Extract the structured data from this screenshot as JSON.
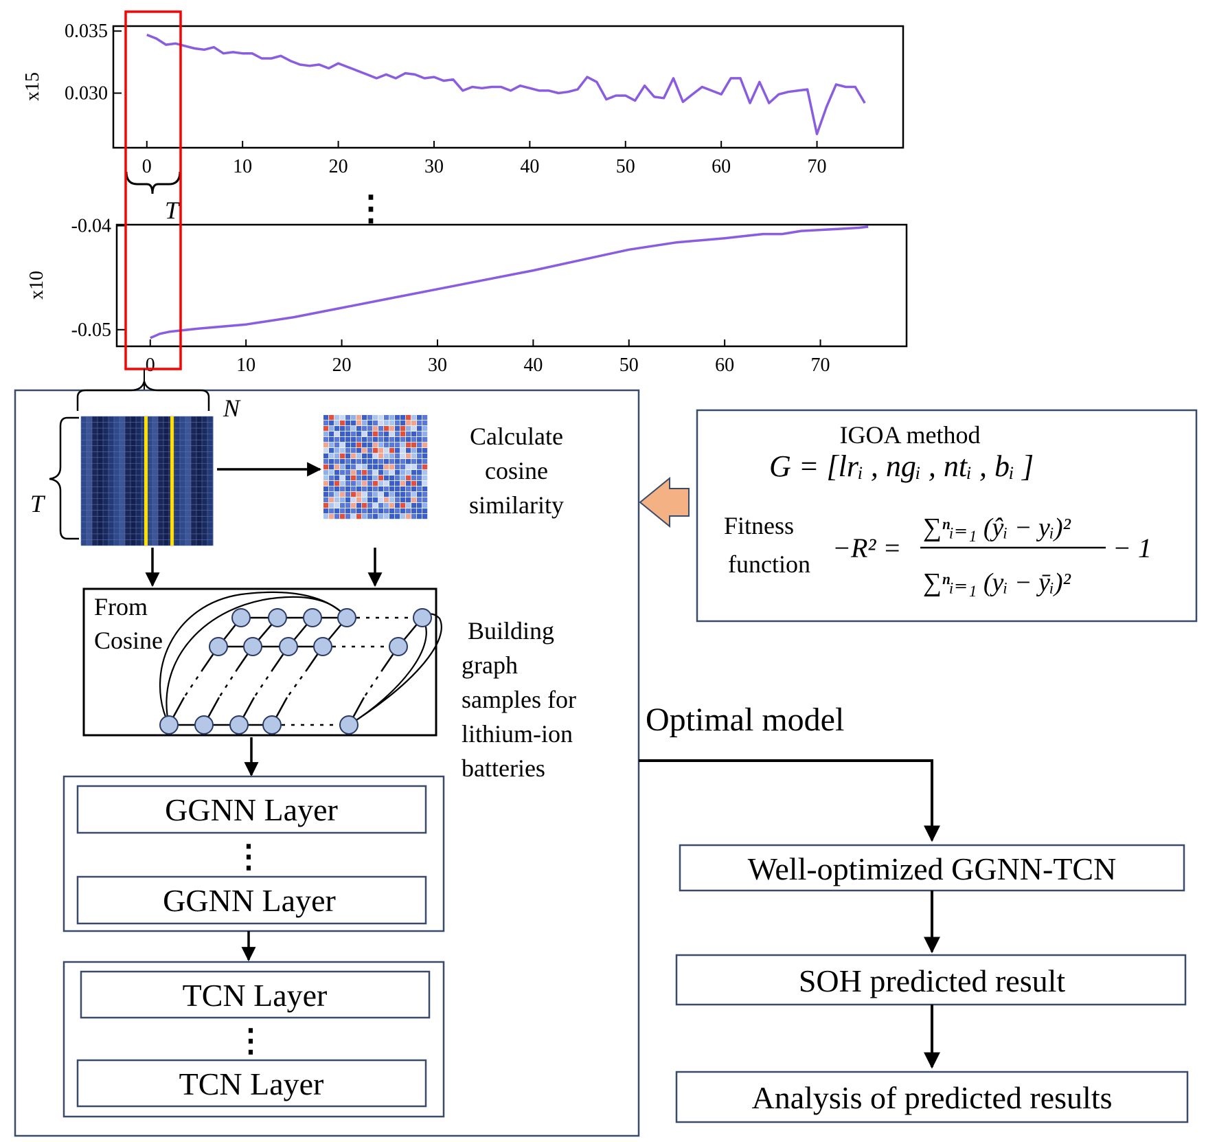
{
  "chart_data": [
    {
      "type": "line",
      "ylabel": "x15",
      "x_ticks": [
        "0",
        "10",
        "20",
        "30",
        "40",
        "50",
        "60",
        "70"
      ],
      "y_ticks": [
        "0.035",
        "0.030"
      ],
      "xlim": [
        -3.5,
        79
      ],
      "ylim": [
        0.0256,
        0.0354
      ],
      "color": "#8a5ce0",
      "x": [
        0,
        1,
        2,
        3,
        4,
        5,
        6,
        7,
        8,
        9,
        10,
        11,
        12,
        13,
        14,
        15,
        16,
        17,
        18,
        19,
        20,
        21,
        22,
        23,
        24,
        25,
        26,
        27,
        28,
        29,
        30,
        31,
        32,
        33,
        34,
        35,
        36,
        37,
        38,
        39,
        40,
        41,
        42,
        43,
        44,
        45,
        46,
        47,
        48,
        49,
        50,
        51,
        52,
        53,
        54,
        55,
        56,
        57,
        58,
        59,
        60,
        61,
        62,
        63,
        64,
        65,
        66,
        67,
        68,
        69,
        70,
        71,
        72,
        73,
        74,
        75
      ],
      "values": [
        0.0347,
        0.0344,
        0.0339,
        0.034,
        0.0338,
        0.0336,
        0.0335,
        0.0337,
        0.0332,
        0.0333,
        0.0332,
        0.0332,
        0.0328,
        0.0328,
        0.033,
        0.0326,
        0.0323,
        0.0322,
        0.0323,
        0.032,
        0.0324,
        0.0321,
        0.0318,
        0.0315,
        0.0312,
        0.0315,
        0.0312,
        0.0316,
        0.0315,
        0.0312,
        0.0313,
        0.031,
        0.0311,
        0.0302,
        0.0305,
        0.0304,
        0.0305,
        0.0305,
        0.0302,
        0.0306,
        0.0304,
        0.0302,
        0.0302,
        0.03,
        0.0301,
        0.0303,
        0.0313,
        0.0309,
        0.0295,
        0.0298,
        0.0298,
        0.0294,
        0.0306,
        0.0297,
        0.0296,
        0.0312,
        0.0293,
        0.0299,
        0.0305,
        0.0302,
        0.0299,
        0.0312,
        0.0312,
        0.0292,
        0.0309,
        0.0292,
        0.0299,
        0.0301,
        0.0302,
        0.0303,
        0.0267,
        0.0289,
        0.0307,
        0.0305,
        0.0305,
        0.0292
      ]
    },
    {
      "type": "line",
      "ylabel": "x10",
      "x_ticks": [
        "0",
        "10",
        "20",
        "30",
        "40",
        "50",
        "60",
        "70"
      ],
      "y_ticks": [
        "-0.04",
        "-0.05"
      ],
      "xlim": [
        -3.5,
        79
      ],
      "ylim": [
        -0.0516,
        -0.0399
      ],
      "color": "#8a5ce0",
      "x": [
        0,
        1,
        2,
        3,
        4,
        5,
        10,
        15,
        20,
        25,
        30,
        35,
        40,
        45,
        50,
        55,
        60,
        62,
        64,
        66,
        68,
        70,
        72,
        74,
        75
      ],
      "values": [
        -0.0508,
        -0.0504,
        -0.0502,
        -0.0501,
        -0.05,
        -0.0499,
        -0.0495,
        -0.0488,
        -0.0479,
        -0.047,
        -0.0461,
        -0.0452,
        -0.0443,
        -0.0433,
        -0.0423,
        -0.0416,
        -0.0412,
        -0.041,
        -0.0408,
        -0.0408,
        -0.0405,
        -0.0404,
        -0.0403,
        -0.0402,
        -0.0401
      ]
    }
  ],
  "diagram": {
    "ellipsis": "⋮",
    "ellipsis_h": "· · · ·",
    "T": "T",
    "N": "N",
    "cosine_text": [
      "Calculate",
      "cosine",
      "similarity"
    ],
    "graph_label": [
      "From",
      "Cosine"
    ],
    "building_text": [
      "Building",
      "graph",
      "samples for",
      "lithium-ion",
      "batteries"
    ],
    "ggnn_layer": "GGNN  Layer",
    "tcn_layer": "TCN  Layer",
    "igoa_title": "IGOA method",
    "igoa_G": "G = [lrᵢ , ngᵢ , ntᵢ , bᵢ ]",
    "fitness_label": [
      "Fitness",
      "function"
    ],
    "fitness_lhs": "−R² =",
    "fitness_num": "∑ⁿᵢ₌₁ (ŷᵢ − yᵢ)²",
    "fitness_den": "∑ⁿᵢ₌₁ (yᵢ − ȳᵢ)²",
    "fitness_tail": "− 1",
    "optimal_model": "Optimal model",
    "flow": [
      "Well-optimized GGNN-TCN",
      "SOH predicted  result",
      "Analysis of predicted  results"
    ],
    "colors": {
      "line": "#8a5ce0",
      "highlight": "#ff0000",
      "box_border": "#3a4a6b",
      "arrow_fill": "#f4b183",
      "node_fill": "#b4c7e7",
      "heat_dark": "#1b2a5e",
      "heat_yellow": "#ffe000"
    }
  }
}
